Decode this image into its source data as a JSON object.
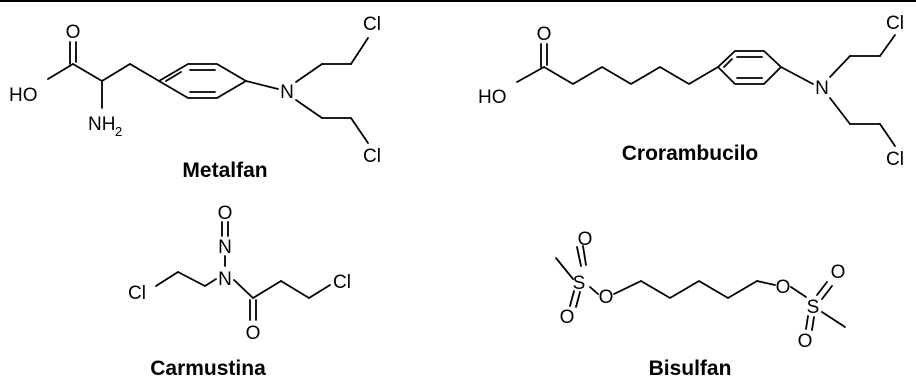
{
  "compounds": {
    "metalfan": {
      "name": "Metalfan",
      "atoms": {
        "o": "O",
        "ho": "HO",
        "nh": "NH",
        "nh_sub": "2",
        "n": "N",
        "cl_top": "Cl",
        "cl_bottom": "Cl"
      }
    },
    "crorambucilo": {
      "name": "Crorambucilo",
      "atoms": {
        "o": "O",
        "ho": "HO",
        "n": "N",
        "cl_top": "Cl",
        "cl_bottom": "Cl"
      }
    },
    "carmustina": {
      "name": "Carmustina",
      "atoms": {
        "o_top": "O",
        "n_nitroso": "N",
        "n_amide": "N",
        "o_bottom": "O",
        "cl_left": "Cl",
        "cl_right": "Cl"
      }
    },
    "bisulfan": {
      "name": "Bisulfan",
      "atoms": {
        "o1": "O",
        "s1": "S",
        "o2": "O",
        "o3": "O",
        "o4": "O",
        "s2": "S",
        "o5": "O",
        "o6": "O"
      }
    }
  }
}
